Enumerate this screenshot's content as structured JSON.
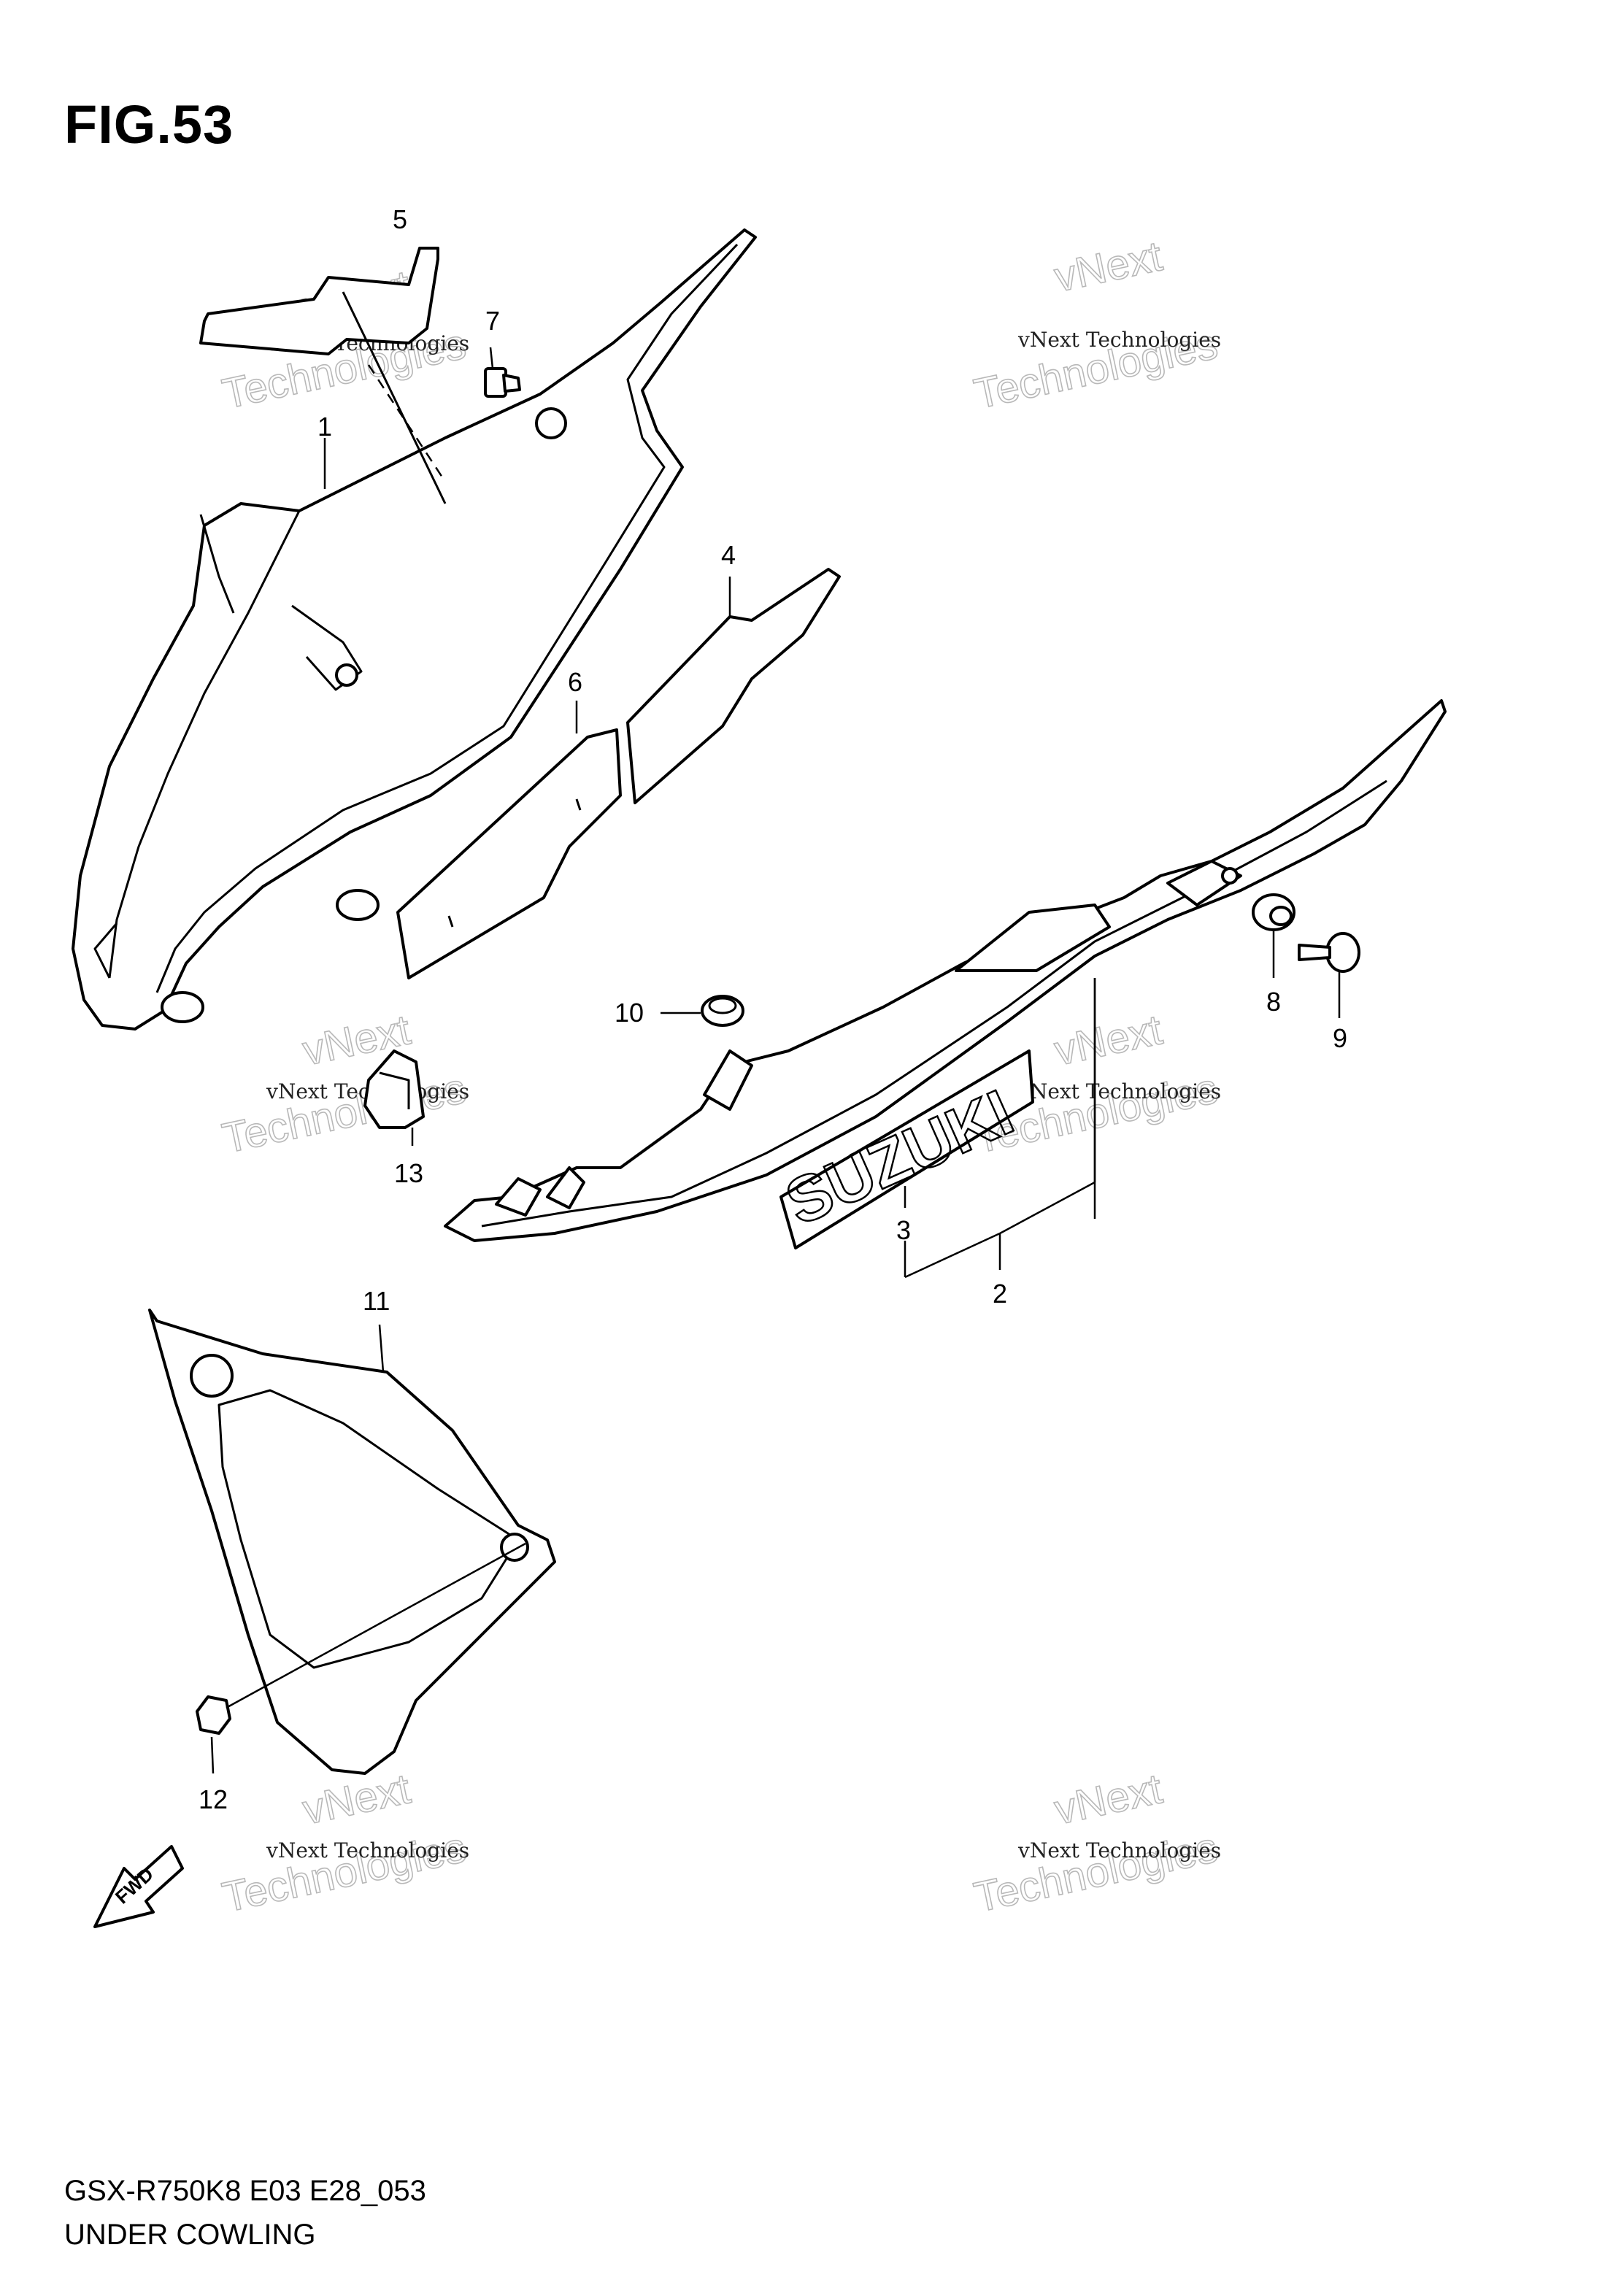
{
  "figure": {
    "title": "FIG.53",
    "model_code": "GSX-R750K8 E03 E28_053",
    "section_name": "UNDER COWLING"
  },
  "callouts": [
    {
      "id": "1",
      "label": "1"
    },
    {
      "id": "2",
      "label": "2"
    },
    {
      "id": "3",
      "label": "3"
    },
    {
      "id": "4",
      "label": "4"
    },
    {
      "id": "5",
      "label": "5"
    },
    {
      "id": "6",
      "label": "6"
    },
    {
      "id": "7",
      "label": "7"
    },
    {
      "id": "8",
      "label": "8"
    },
    {
      "id": "9",
      "label": "9"
    },
    {
      "id": "10",
      "label": "10"
    },
    {
      "id": "11",
      "label": "11"
    },
    {
      "id": "12",
      "label": "12"
    },
    {
      "id": "13",
      "label": "13"
    }
  ],
  "emblem_text": "SUZUKI",
  "direction_arrow_text": "FWD",
  "watermark": {
    "line1": "vNext Technologies",
    "line2": "vNext",
    "line3": "Technologies"
  }
}
